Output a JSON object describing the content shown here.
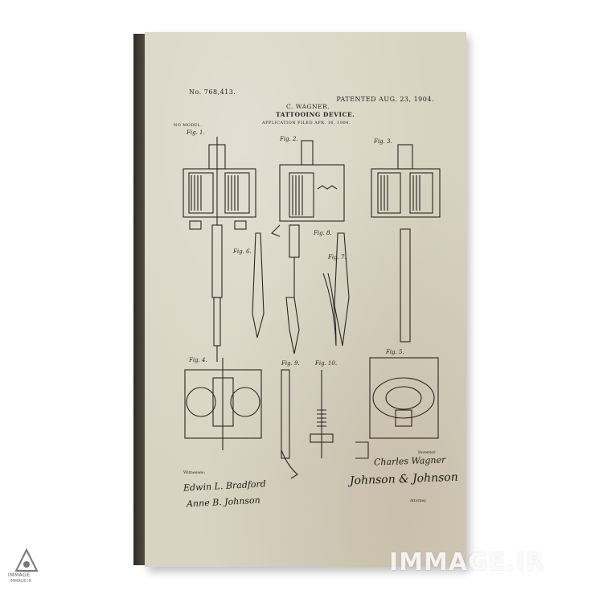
{
  "patent": {
    "number": "No. 768,413.",
    "patented": "PATENTED AUG. 23, 1904.",
    "inventor": "C. WAGNER.",
    "title": "TATTOOING DEVICE.",
    "application": "APPLICATION FILED APR. 16, 1904.",
    "model": "NO MODEL.",
    "witnesses_label": "Witnesses:",
    "inventor_label": "Inventor",
    "attorney_label": "Attorney.",
    "signatures": {
      "witness_1": "Edwin L. Bradford",
      "witness_2": "Anne B. Johnson",
      "inventor": "Charles Wagner",
      "attorney": "Johnson & Johnson"
    },
    "figure_labels": [
      "Fig. 1.",
      "Fig. 2.",
      "Fig. 3.",
      "Fig. 4.",
      "Fig. 5.",
      "Fig. 6.",
      "Fig. 7.",
      "Fig. 8.",
      "Fig. 9.",
      "Fig. 10."
    ]
  },
  "watermark": {
    "brand": "IMMAGE.IR",
    "logo_caption": "IMMAGE",
    "logo_subcaption": "IMMAGE.IR"
  },
  "colors": {
    "paper": "#d9d3c2",
    "ink": "#2a2520",
    "canvas_edge": "#3a342c"
  }
}
